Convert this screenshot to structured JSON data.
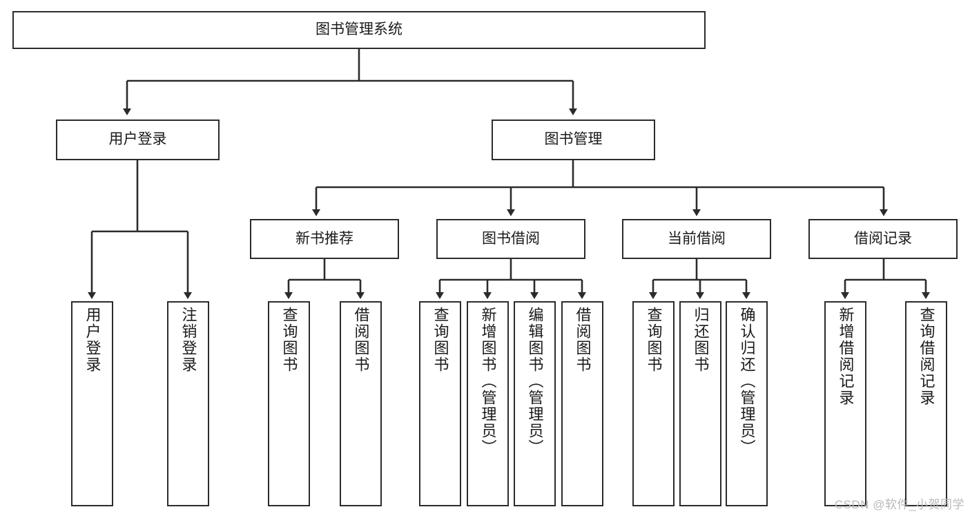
{
  "diagram": {
    "title": "图书管理系统",
    "type": "tree-hierarchy-chart",
    "orientation": "top-down",
    "line_color": "#2b2b2b",
    "box_fill": "#ffffff",
    "text_color": "#1a1a1a"
  },
  "root": {
    "label": "图书管理系统"
  },
  "level1": [
    {
      "label": "用户登录"
    },
    {
      "label": "图书管理"
    }
  ],
  "level2": [
    {
      "label": "新书推荐"
    },
    {
      "label": "图书借阅"
    },
    {
      "label": "当前借阅"
    },
    {
      "label": "借阅记录"
    }
  ],
  "leaves": {
    "user_login": [
      {
        "label": "用户登录"
      },
      {
        "label": "注销登录"
      }
    ],
    "new_book_recommend": [
      {
        "label": "查询图书"
      },
      {
        "label": "借阅图书"
      }
    ],
    "book_borrow": [
      {
        "label": "查询图书"
      },
      {
        "label": "新增图书（管理员）"
      },
      {
        "label": "编辑图书（管理员）"
      },
      {
        "label": "借阅图书"
      }
    ],
    "current_borrow": [
      {
        "label": "查询图书"
      },
      {
        "label": "归还图书"
      },
      {
        "label": "确认归还（管理员）"
      }
    ],
    "borrow_record": [
      {
        "label": "新增借阅记录"
      },
      {
        "label": "查询借阅记录"
      }
    ]
  },
  "watermark": {
    "text": "CSDN @软件_小贺同学",
    "color": "#b9b9b9"
  }
}
